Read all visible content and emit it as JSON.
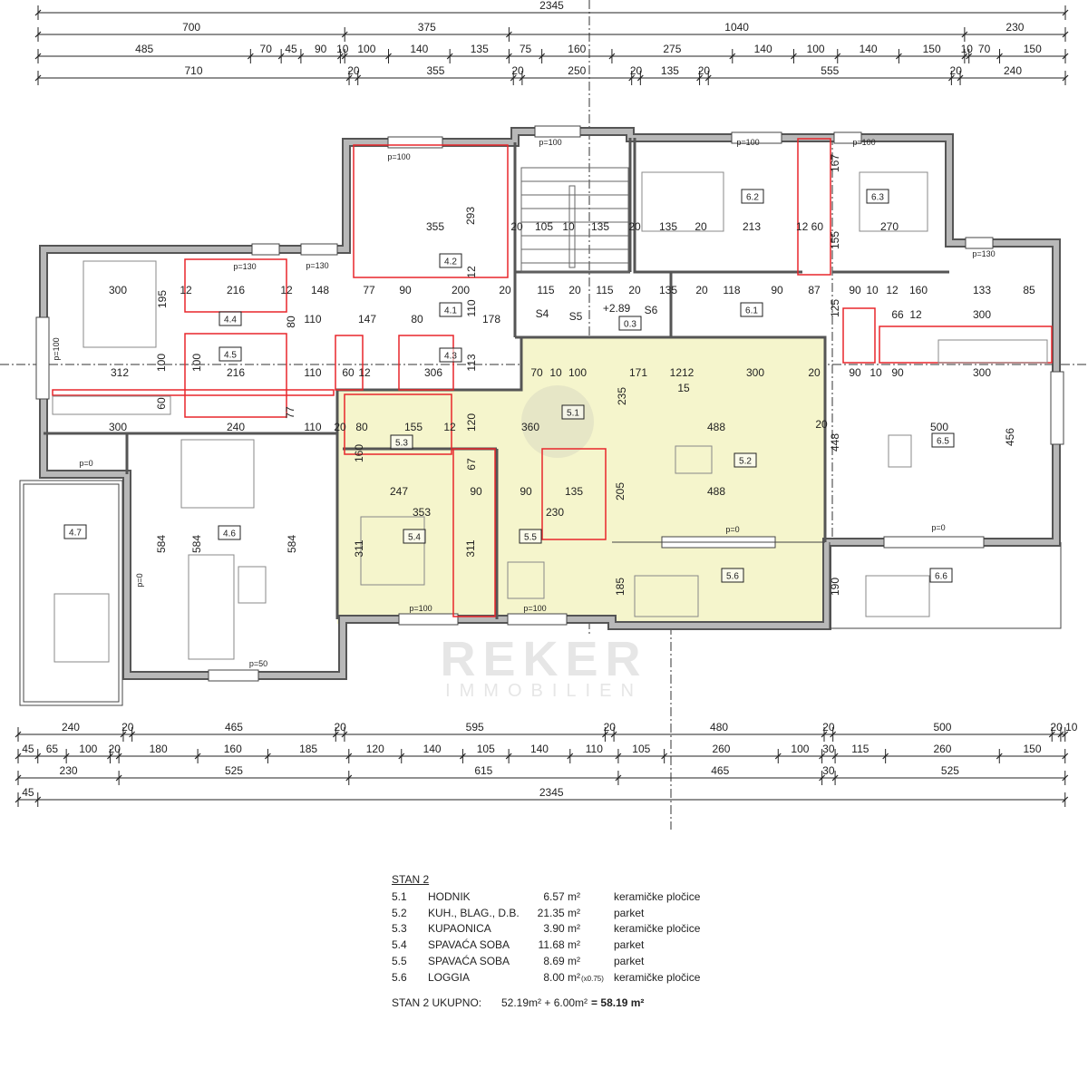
{
  "dimensions": {
    "top": [
      [
        2345
      ],
      [
        700,
        375,
        1040,
        230
      ],
      [
        485,
        70,
        45,
        90,
        10,
        100,
        140,
        135,
        75,
        160,
        275,
        140,
        100,
        140,
        150,
        10,
        70,
        150
      ],
      [
        710,
        20,
        355,
        20,
        250,
        20,
        135,
        20,
        555,
        20,
        240
      ]
    ],
    "bottom": [
      [
        240,
        20,
        465,
        20,
        595,
        20,
        480,
        20,
        500,
        20,
        10
      ],
      [
        45,
        65,
        100,
        20,
        180,
        160,
        185,
        120,
        140,
        105,
        140,
        110,
        105,
        260,
        100,
        30,
        115,
        260,
        150
      ],
      [
        230,
        525,
        615,
        465,
        30,
        525
      ],
      [
        45,
        2345
      ]
    ]
  },
  "plan": {
    "rooms": [
      "4.1",
      "4.2",
      "4.3",
      "4.4",
      "4.5",
      "4.6",
      "4.7",
      "0.3",
      "5.1",
      "5.2",
      "5.3",
      "5.4",
      "5.5",
      "5.6",
      "6.1",
      "6.2",
      "6.3",
      "6.5",
      "6.6"
    ],
    "labels": [
      "300",
      "195",
      "12",
      "216",
      "12",
      "148",
      "77",
      "90",
      "200",
      "20",
      "293",
      "355",
      "12",
      "110",
      "147",
      "80",
      "178",
      "110",
      "312",
      "100",
      "100",
      "216",
      "110",
      "60",
      "12",
      "306",
      "113",
      "300",
      "240",
      "110",
      "60",
      "77",
      "80",
      "20",
      "105",
      "10",
      "135",
      "20",
      "135",
      "20",
      "213",
      "12 60",
      "270",
      "167",
      "155",
      "115",
      "20",
      "115",
      "20",
      "135",
      "20",
      "118",
      "90",
      "87",
      "90",
      "10",
      "12",
      "160",
      "133",
      "85",
      "125",
      "66",
      "12",
      "300",
      "+2.89",
      "S4",
      "S5",
      "S6",
      "70",
      "10",
      "100",
      "171",
      "1212",
      "15",
      "300",
      "20",
      "235",
      "360",
      "488",
      "155",
      "80",
      "20",
      "12",
      "120",
      "160",
      "67",
      "247",
      "90",
      "90",
      "135",
      "488",
      "205",
      "353",
      "230",
      "311",
      "311",
      "185",
      "90",
      "10",
      "90",
      "300",
      "20",
      "500",
      "448",
      "456",
      "190",
      "584",
      "584",
      "584",
      "p=100",
      "p=100",
      "p=0",
      "p=0",
      "p=50",
      "p=0",
      "p=0",
      "p=100",
      "p=130",
      "p=130",
      "p=100",
      "p=100",
      "p=100",
      "p=100",
      "p=130"
    ]
  },
  "watermark": {
    "brand": "REKER",
    "sub": "IMMOBILIEN"
  },
  "legend": {
    "title": "STAN 2",
    "rows": [
      {
        "no": "5.1",
        "name": "HODNIK",
        "area": "6.57 m²",
        "factor": "",
        "floor": "keramičke pločice"
      },
      {
        "no": "5.2",
        "name": "KUH., BLAG., D.B.",
        "area": "21.35 m²",
        "factor": "",
        "floor": "parket"
      },
      {
        "no": "5.3",
        "name": "KUPAONICA",
        "area": "3.90 m²",
        "factor": "",
        "floor": "keramičke pločice"
      },
      {
        "no": "5.4",
        "name": "SPAVAĆA SOBA",
        "area": "11.68 m²",
        "factor": "",
        "floor": "parket"
      },
      {
        "no": "5.5",
        "name": "SPAVAĆA SOBA",
        "area": "8.69 m²",
        "factor": "",
        "floor": "parket"
      },
      {
        "no": "5.6",
        "name": "LOGGIA",
        "area": "8.00 m²",
        "factor": "(x0.75)",
        "floor": "keramičke pločice"
      }
    ],
    "total_label": "STAN 2 UKUPNO:",
    "total_sum": "52.19m² + 6.00m²",
    "total_result": "= 58.19 m²"
  },
  "colors": {
    "highlight": "#f5f5cc",
    "wall": "#8c8c8c",
    "red": "#e8262b"
  }
}
